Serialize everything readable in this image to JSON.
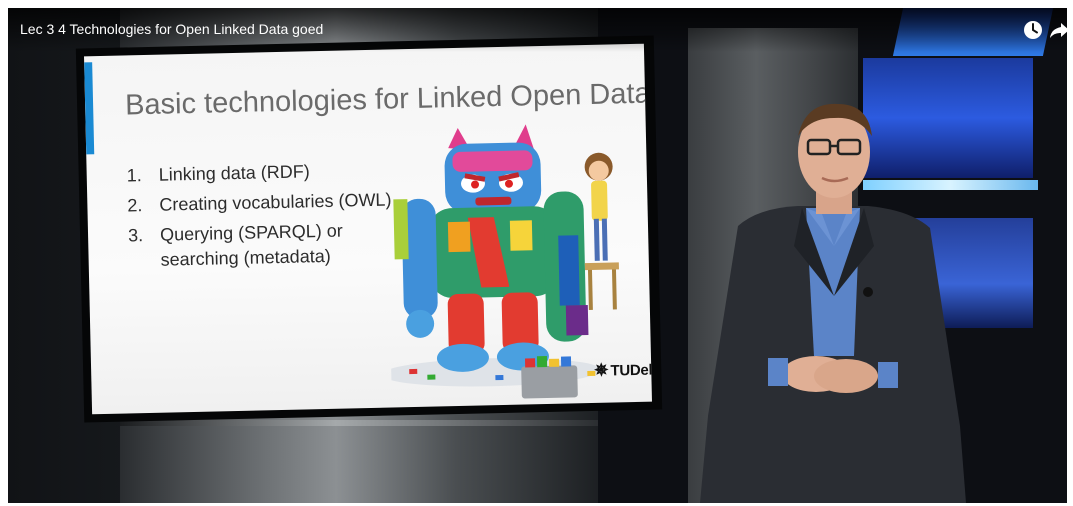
{
  "video": {
    "title": "Lec 3 4 Technologies for Open Linked Data goed",
    "controls": {
      "watch_later_icon": "clock-icon",
      "share_icon": "share-arrow-icon"
    }
  },
  "slide": {
    "title": "Basic technologies for Linked Open Data",
    "items": [
      {
        "number": "1.",
        "text": "Linking data (RDF)"
      },
      {
        "number": "2.",
        "text": "Creating vocabularies (OWL)"
      },
      {
        "number": "3.",
        "text": "Querying  (SPARQL) or searching (metadata)"
      }
    ],
    "logo_text": "TUDelft",
    "accent_color": "#1a8ad3"
  },
  "colors": {
    "studio_blue": "#2c5be0",
    "presenter_shirt": "#5b84c8",
    "presenter_suit": "#2a2d33"
  }
}
